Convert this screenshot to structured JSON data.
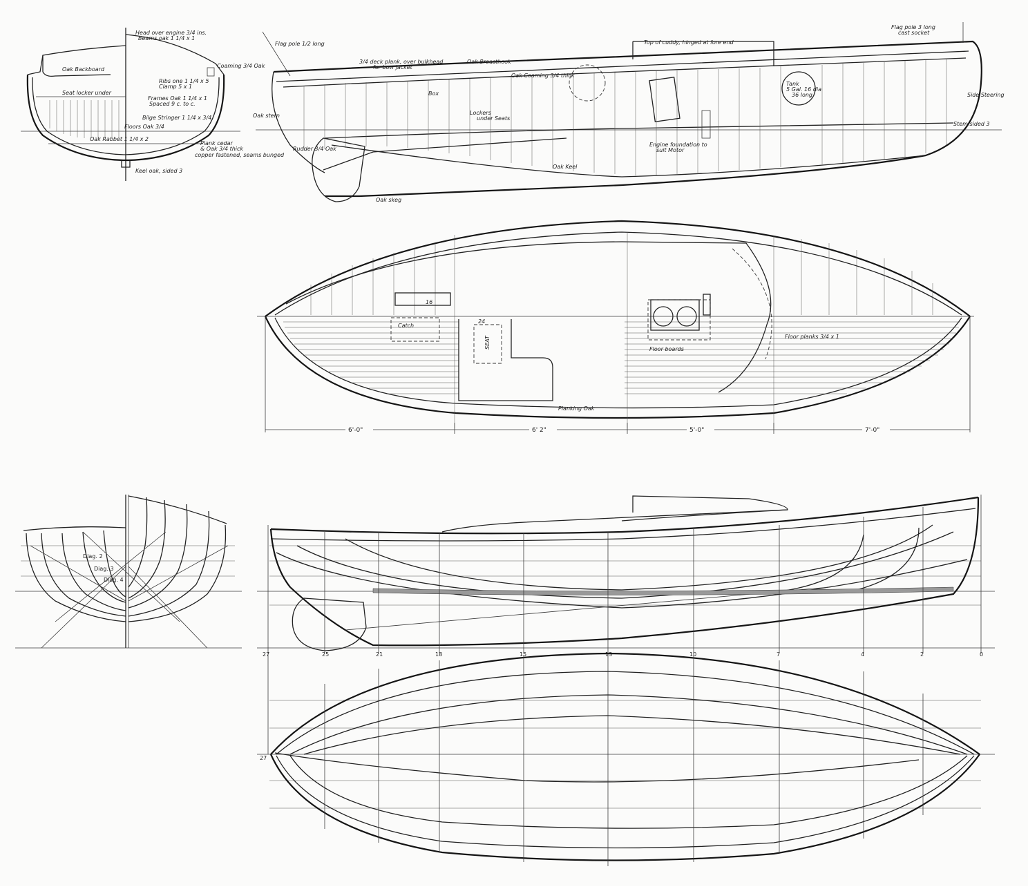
{
  "midship": {
    "l1": "Head over engine 3/4 ins.",
    "l2": "Beams oak 1 1/4 x 1",
    "l3": "Oak Backboard",
    "l4": "Seat locker under",
    "l5": "Coaming 3/4 Oak",
    "l6": "Ribs one 1 1/4 x 5",
    "l7": "Clamp 5 x 1",
    "l8": "Frames Oak 1 1/4 x 1",
    "l9": "Spaced 9 c. to c.",
    "l10": "Bilge Stringer 1 1/4 x 3/4",
    "l11": "Floors Oak 3/4",
    "l12": "Oak Rabbet 1 1/4 x 2",
    "l13": "Plank cedar",
    "l14": "& Oak 3/4 thick",
    "l15": "copper fastened, seams bunged",
    "l16": "Keel oak, sided 3"
  },
  "profile": {
    "l1": "Flag pole 1/2 long",
    "l2": "3/4 deck plank, over bulkhead",
    "l3": "for bow jacket",
    "l4": "Oak Breasthook",
    "l5": "Oak Coaming 3/4 thick",
    "l6": "Top of cuddy, hinged at fore end",
    "l7": "Flag pole 3 long",
    "l8": "cast socket",
    "l9": "Tank",
    "l10": "5 Gal. 16 dia",
    "l11": "36 long",
    "l12": "Side Steering",
    "l13": "Stem sided 3",
    "l14": "Oak stern",
    "l15": "Box",
    "l16": "Lockers",
    "l17": "under Seats",
    "l18": "Engine foundation to",
    "l19": "suit Motor",
    "l20": "Rudder 3/4 Oak",
    "l21": "Oak Keel",
    "l22": "Oak skeg"
  },
  "plan": {
    "l1": "Catch",
    "l2": "16",
    "l3": "24",
    "l4": "SEAT",
    "l5": "Floor boards",
    "l6": "Floor planks 3/4 x 1",
    "l7": "Planking Oak"
  },
  "dimensions": [
    "6'-0\"",
    "6' 2\"",
    "5'-0\"",
    "7'-0\""
  ],
  "body": {
    "l1": "Diag. 2",
    "l2": "Diag. 3",
    "l3": "Diag. 4"
  },
  "stations": [
    "27",
    "25",
    "21",
    "18",
    "15",
    "13",
    "10",
    "7",
    "4",
    "2",
    "0"
  ],
  "hb": {
    "l1": "27"
  }
}
